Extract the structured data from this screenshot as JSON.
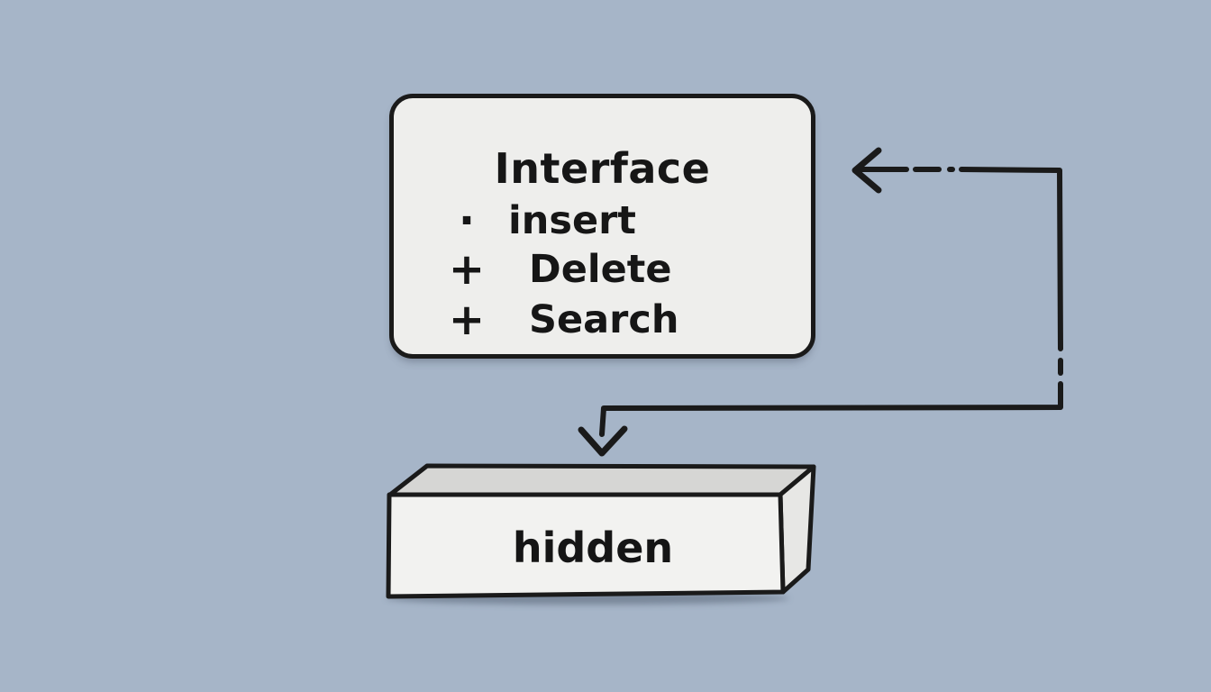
{
  "canvas": {
    "background_color": "#a6b5c8",
    "ink_color": "#1a1a1a"
  },
  "interface_box": {
    "title": "Interface",
    "items": [
      {
        "bullet": "·",
        "label": "insert"
      },
      {
        "bullet": "+",
        "label": "Delete"
      },
      {
        "bullet": "+",
        "label": "Search"
      }
    ],
    "fill_color": "#eeeeec",
    "border_color": "#1a1a1a"
  },
  "hidden_box": {
    "label": "hidden",
    "front_fill": "#f2f2f0",
    "top_fill": "#d6d6d4",
    "side_fill": "#e7e7e5"
  },
  "connectors": {
    "top_arrow_style": "dash-dot, points left into Interface box",
    "bottom_arrow_style": "solid elbow, points down into hidden box"
  }
}
